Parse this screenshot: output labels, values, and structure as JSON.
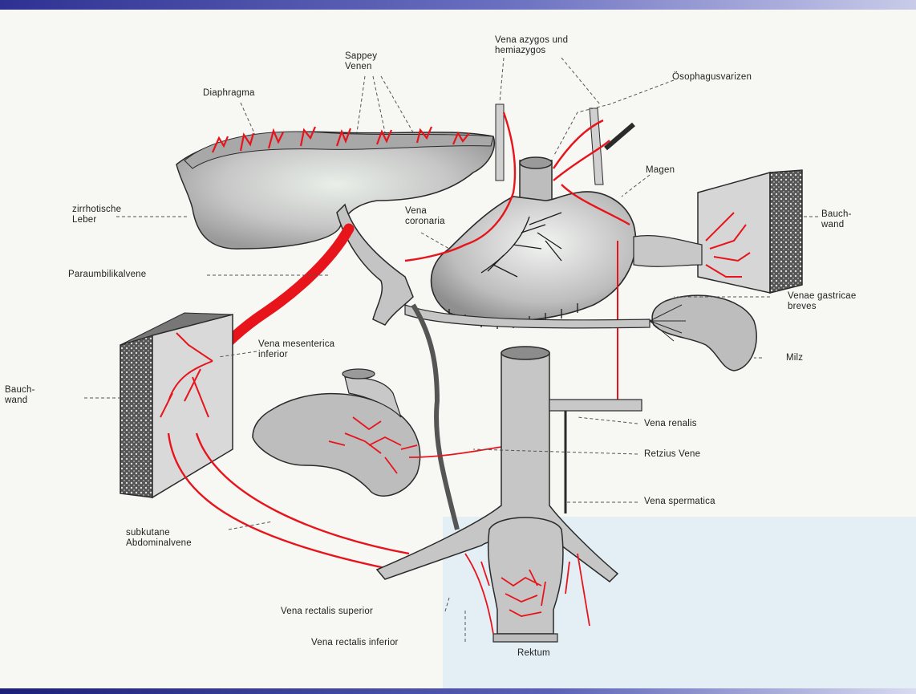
{
  "labels": {
    "sappey": "Sappey\nVenen",
    "azygos": "Vena azygos und\nhemiazygos",
    "oesophagus": "Ösophagusvarizen",
    "diaphragma": "Diaphragma",
    "magen": "Magen",
    "zirrhotische_leber": "zirrhotische\nLeber",
    "vena_coronaria": "Vena\ncoronaria",
    "bauchwand_right": "Bauch-\nwand",
    "paraumbilikalvene": "Paraumbilikalvene",
    "venae_gastricae": "Venae gastricae\nbreves",
    "vena_mesenterica": "Vena mesenterica\ninferior",
    "milz": "Milz",
    "bauchwand_left": "Bauch-\nwand",
    "vena_renalis": "Vena renalis",
    "retzius": "Retzius Vene",
    "vena_spermatica": "Vena spermatica",
    "subkutane": "subkutane\nAbdominalvene",
    "rectalis_superior": "Vena rectalis superior",
    "rectalis_inferior": "Vena rectalis inferior",
    "rektum": "Rektum"
  },
  "colors": {
    "vein_red": "#e8141c",
    "organ_grey": "#b9b9b9",
    "outline": "#2a2a2a",
    "page_background": "#f7f7f4",
    "top_bar": "#2e3192"
  }
}
